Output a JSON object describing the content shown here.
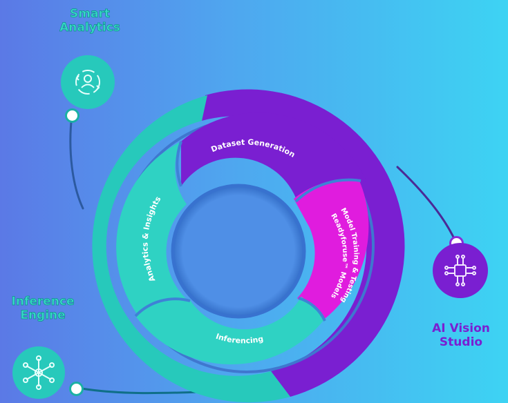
{
  "labels": {
    "smart_analytics": [
      "Smart",
      "Analytics"
    ],
    "inference_engine": [
      "Inference",
      "Engine"
    ],
    "ai_vision_studio": [
      "AI Vision",
      "Studio"
    ]
  },
  "segments": {
    "dataset_generation": "Dataset Generation",
    "model_training": [
      "Model Training & Testing",
      "Readyforuse™ Models"
    ],
    "inferencing": "Inferencing",
    "analytics_insights": "Analytics & Insights"
  },
  "icons": {
    "smart_analytics": "person-analytics-icon",
    "inference_engine": "neural-snowflake-icon",
    "ai_vision_studio": "chip-circuit-icon"
  },
  "colors": {
    "teal": "#2fd2c3",
    "teal_dark": "#1fb6aa",
    "purple": "#7a1fd1",
    "purple_light": "#8b2be0",
    "magenta": "#e01cde",
    "background_start": "#5b79e6",
    "background_end": "#3dd3f3"
  }
}
